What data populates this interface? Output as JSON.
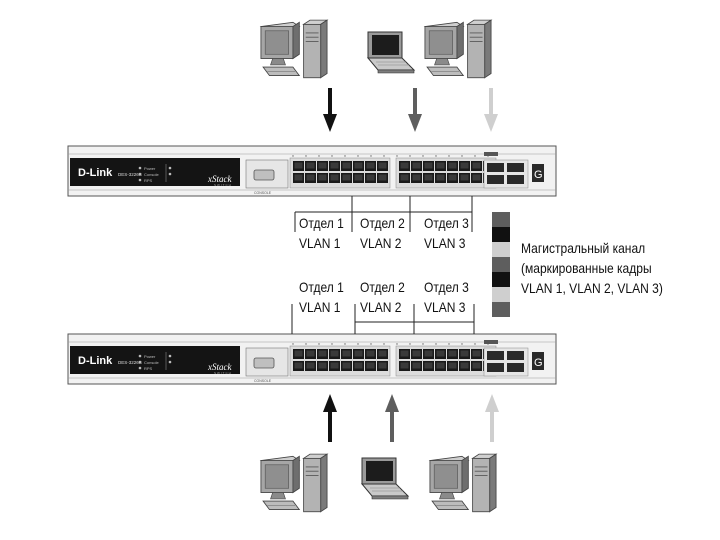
{
  "switches": [
    {
      "brand": "D-Link",
      "model": "DES-3226S",
      "stack_text": "xStack",
      "stack_sub": "SWITCH",
      "port_badge": "G",
      "console_label": "CONSOLE"
    },
    {
      "brand": "D-Link",
      "model": "DES-3226S",
      "stack_text": "xStack",
      "stack_sub": "SWITCH",
      "port_badge": "G",
      "console_label": "CONSOLE"
    }
  ],
  "led_labels": [
    "Power",
    "Console",
    "RPS"
  ],
  "groups_top": [
    {
      "dept": "Отдел 1",
      "vlan": "VLAN 1"
    },
    {
      "dept": "Отдел 2",
      "vlan": "VLAN 2"
    },
    {
      "dept": "Отдел 3",
      "vlan": "VLAN 3"
    }
  ],
  "groups_bottom": [
    {
      "dept": "Отдел 1",
      "vlan": "VLAN 1"
    },
    {
      "dept": "Отдел 2",
      "vlan": "VLAN 2"
    },
    {
      "dept": "Отдел 3",
      "vlan": "VLAN 3"
    }
  ],
  "legend": {
    "line1": "Магистральный канал",
    "line2": "(маркированные кадры",
    "line3": "VLAN 1, VLAN 2, VLAN 3)"
  },
  "colors": {
    "vlan1": "#111111",
    "vlan2": "#5e5e5e",
    "vlan3": "#cfcfcf",
    "switch_body": "#f2f2f2",
    "switch_panel": "#141414"
  },
  "icons": {
    "top": [
      "desktop-pc-icon",
      "laptop-icon",
      "desktop-pc-icon"
    ],
    "bottom": [
      "desktop-pc-icon",
      "laptop-icon",
      "desktop-pc-icon"
    ]
  }
}
